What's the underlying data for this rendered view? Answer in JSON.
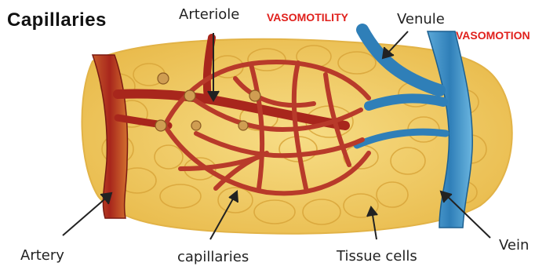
{
  "title": "Capillaries",
  "annotations": {
    "vasomotility": "VASOMOTILITY",
    "vasomotion": "VASOMOTION",
    "color": "#e0201c"
  },
  "labels": {
    "arteriole": "Arteriole",
    "venule": "Venule",
    "artery": "Artery",
    "capillaries": "capillaries",
    "tissue_cells": "Tissue cells",
    "vein": "Vein"
  },
  "colors": {
    "tissue": "#f2cf68",
    "tissue_outline": "#d9a53a",
    "artery": "#a8261c",
    "arteriole": "#a8261c",
    "capillary": "#b83a2a",
    "vein": "#2f7fb8",
    "sphincter": "#cf9d52"
  }
}
